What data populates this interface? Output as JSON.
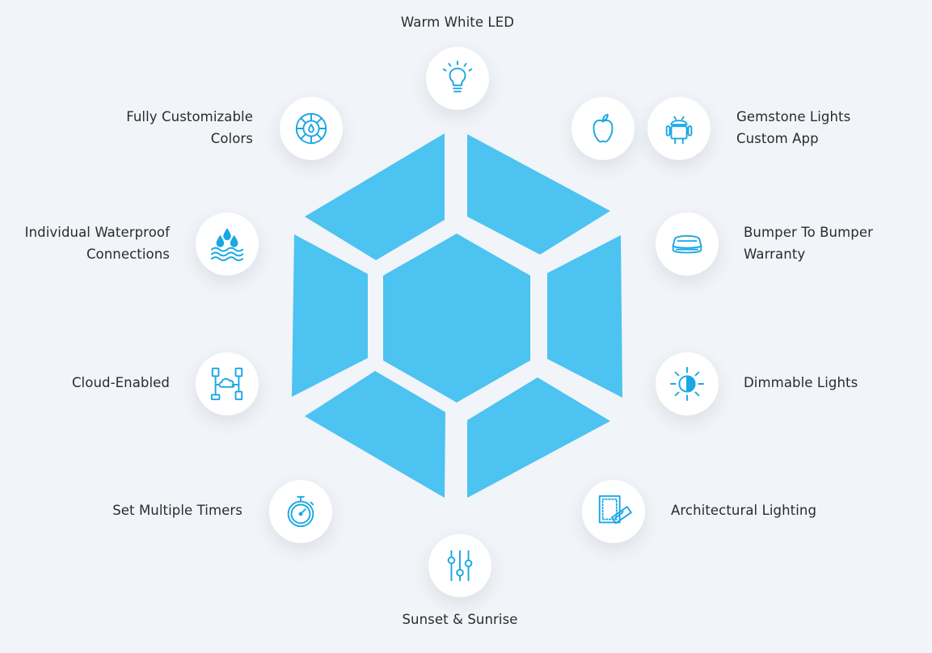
{
  "colors": {
    "background": "#f1f4f8",
    "gem": "#4cc3f1",
    "icon": "#1aa7e4",
    "text": "#2b2b2b"
  },
  "features": {
    "warm_white_led": "Warm White LED",
    "customizable_colors": [
      "Fully Customizable",
      "Colors"
    ],
    "custom_app": [
      "Gemstone Lights",
      "Custom App"
    ],
    "waterproof": [
      "Individual Waterproof",
      "Connections"
    ],
    "warranty": [
      "Bumper To Bumper",
      "Warranty"
    ],
    "cloud": "Cloud-Enabled",
    "dimmable": "Dimmable Lights",
    "timers": "Set Multiple Timers",
    "architectural": "Architectural Lighting",
    "sunset_sunrise": "Sunset & Sunrise"
  },
  "icons": {
    "warm_white_led": "lightbulb-icon",
    "customizable_colors": "color-wheel-icon",
    "apple": "apple-icon",
    "android": "android-icon",
    "waterproof": "water-drops-icon",
    "warranty": "bumper-light-icon",
    "cloud": "cloud-network-icon",
    "dimmable": "brightness-icon",
    "timers": "stopwatch-icon",
    "architectural": "blueprint-ruler-icon",
    "sunset_sunrise": "sliders-icon"
  }
}
